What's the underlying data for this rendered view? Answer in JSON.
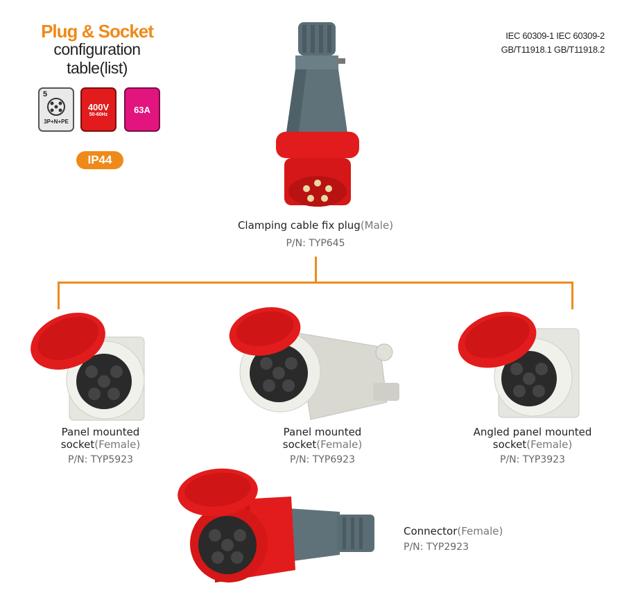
{
  "header": {
    "title": "Plug & Socket",
    "subtitle_1": "configuration",
    "subtitle_2": "table(list)"
  },
  "badges": {
    "pins_count": "5",
    "pins_label": "3P+N+PE",
    "voltage": "400V",
    "frequency": "50-60Hz",
    "current": "63A",
    "ip_rating": "IP44"
  },
  "standards": {
    "line_1": "IEC 60309-1  IEC 60309-2",
    "line_2": "GB/T11918.1  GB/T11918.2"
  },
  "products": {
    "plug": {
      "name": "Clamping cable fix plug",
      "gender": "(Male)",
      "pn": "P/N:  TYP645"
    },
    "panel": {
      "name_1": "Panel mounted",
      "name_2": "socket",
      "gender": "(Female)",
      "pn": "P/N:  TYP5923"
    },
    "surface": {
      "name_1": "Panel mounted",
      "name_2": "socket",
      "gender": "(Female)",
      "pn": "P/N:  TYP6923"
    },
    "angled": {
      "name_1": "Angled panel mounted",
      "name_2": "socket",
      "gender": "(Female)",
      "pn": "P/N:  TYP3923"
    },
    "connector": {
      "name": "Connector",
      "gender": "(Female)",
      "pn": "P/N:  TYP2923"
    }
  },
  "colors": {
    "accent": "#ee8a1a",
    "red": "#e21c1c",
    "magenta": "#e2157e",
    "body_grey": "#5f7279"
  }
}
